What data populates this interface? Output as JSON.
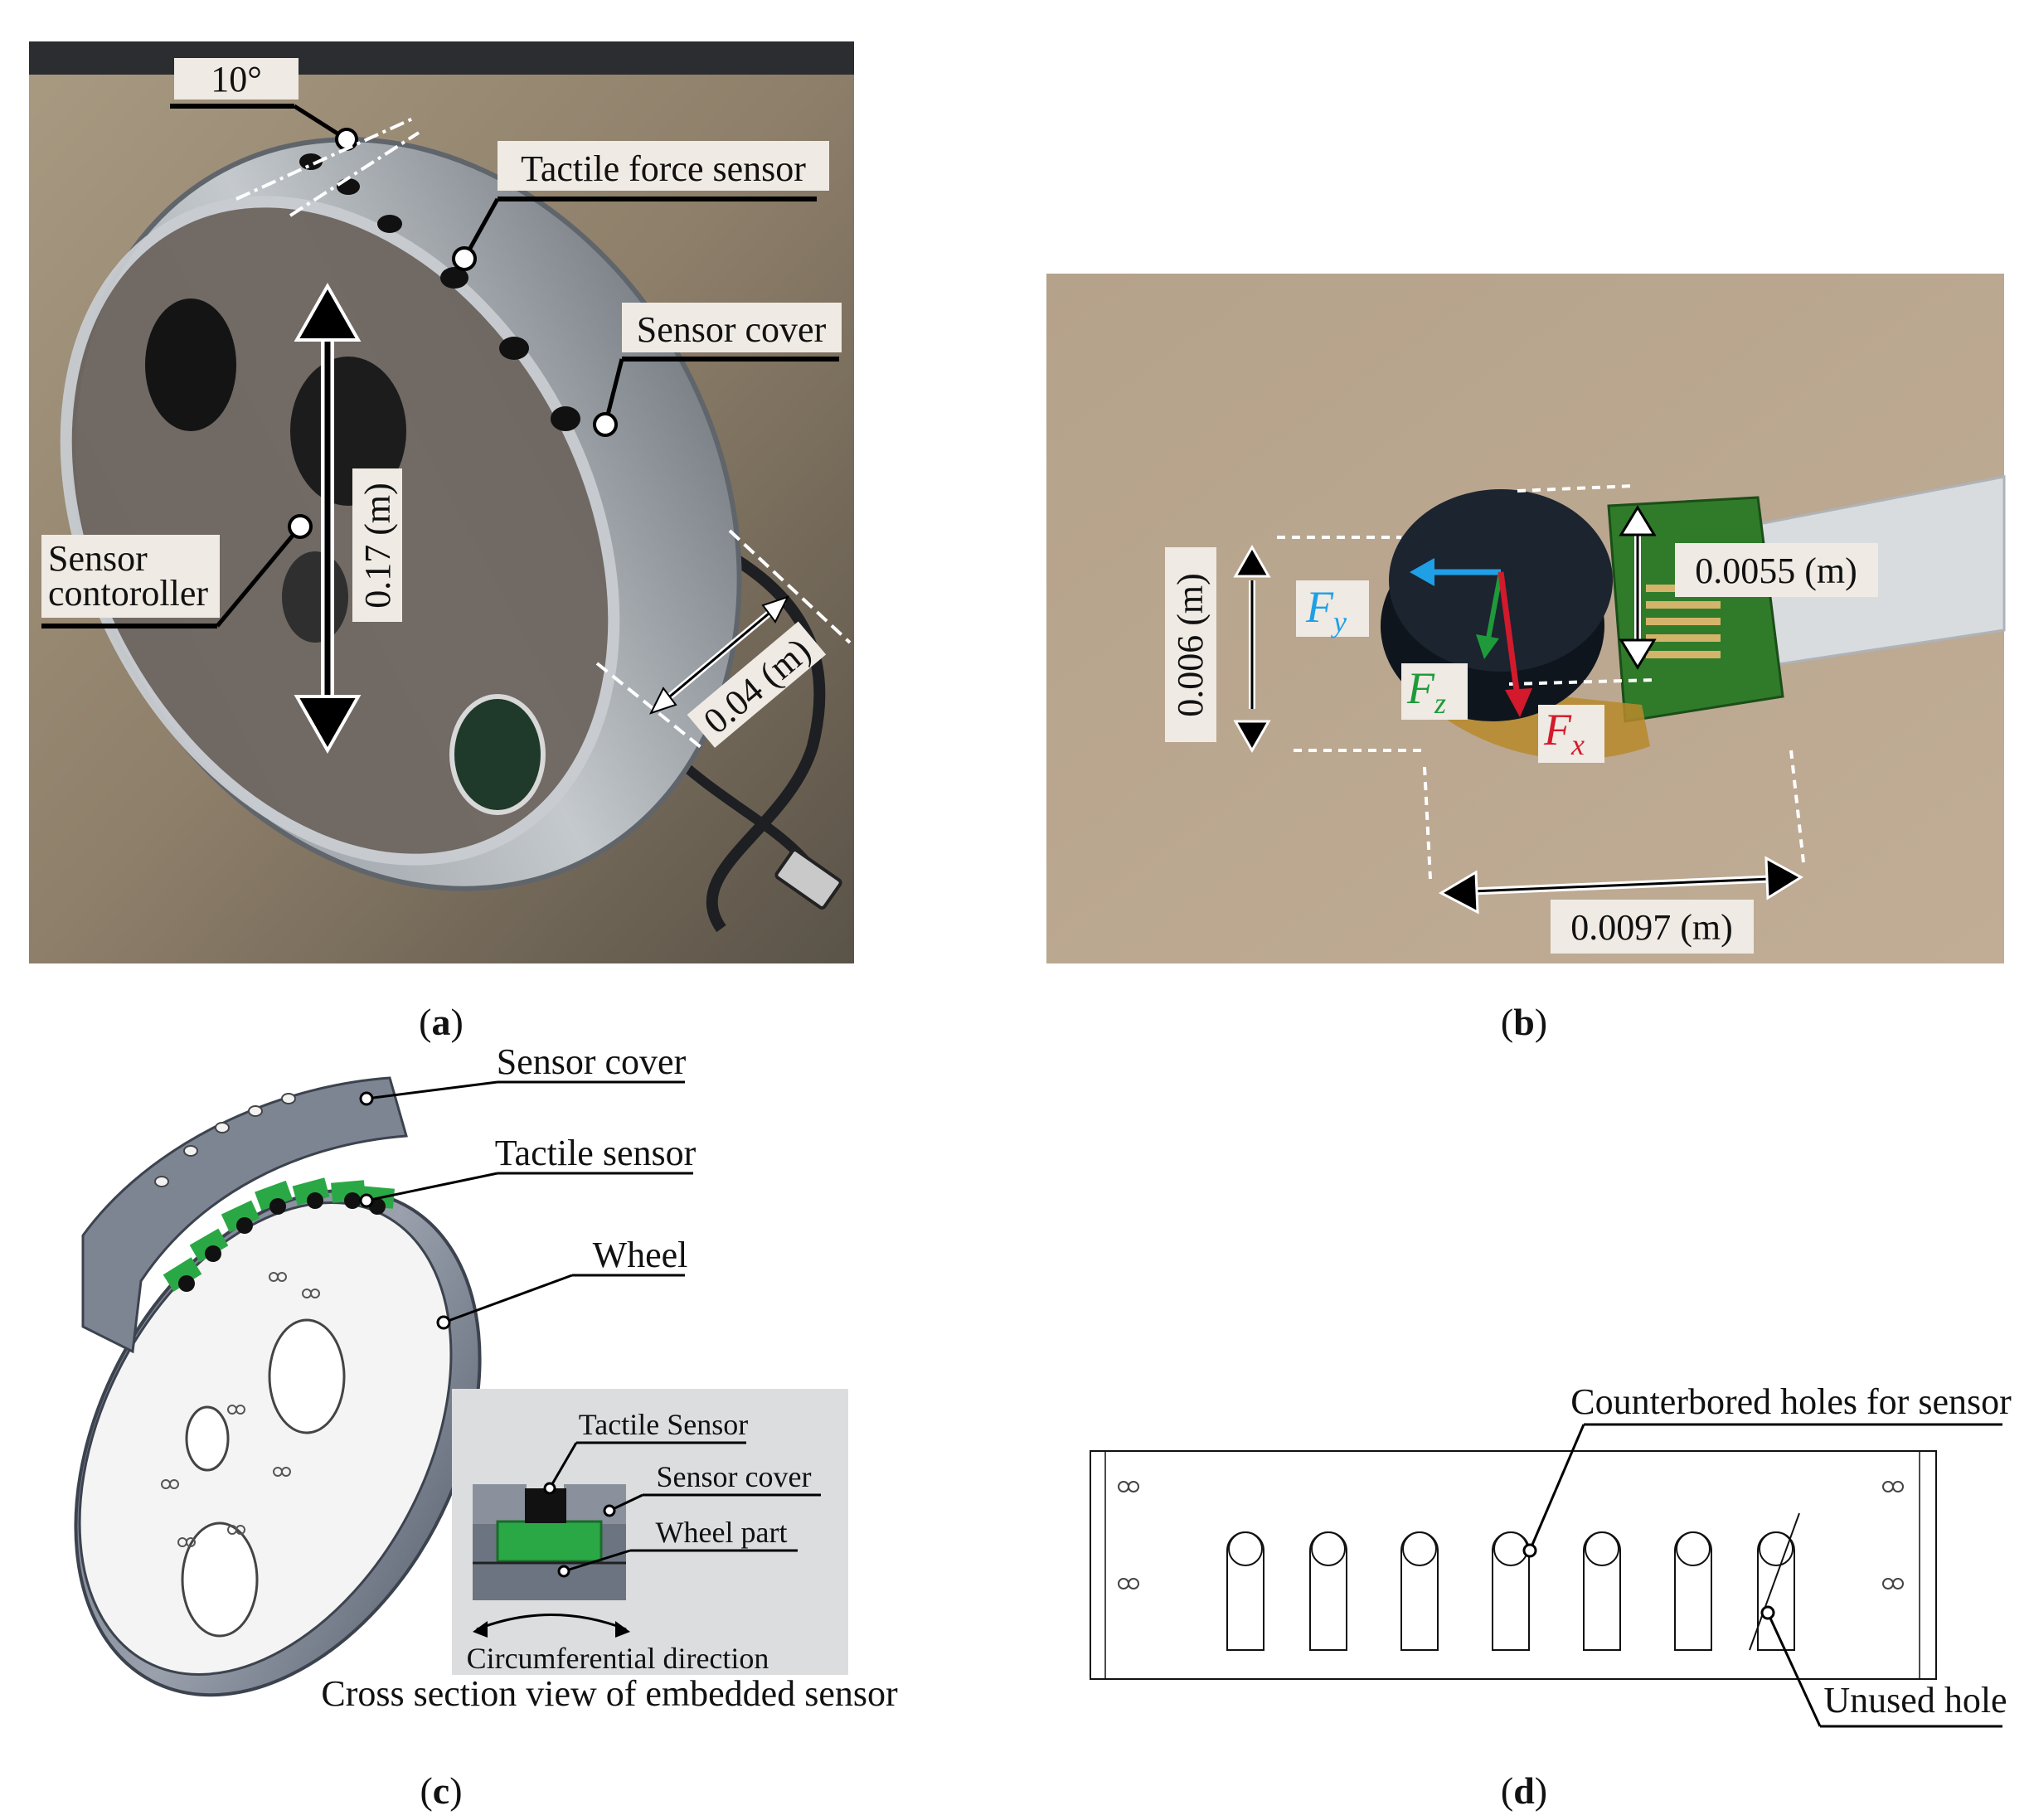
{
  "panel_a": {
    "caption": "a",
    "angle": "10°",
    "tactile_force_sensor": "Tactile force sensor",
    "sensor_cover": "Sensor cover",
    "sensor_controller_line1": "Sensor",
    "sensor_controller_line2": "contoroller",
    "height_dim": "0.17 (m)",
    "width_dim": "0.04 (m)"
  },
  "panel_b": {
    "caption": "b",
    "height_dim": "0.006 (m)",
    "sensor_height_dim": "0.0055 (m)",
    "length_dim": "0.0097 (m)",
    "fx": "F",
    "fx_sub": "x",
    "fy": "F",
    "fy_sub": "y",
    "fz": "F",
    "fz_sub": "z",
    "colors": {
      "fx": "#d21a2c",
      "fy": "#1fa0e6",
      "fz": "#1e9a3a"
    }
  },
  "panel_c": {
    "caption": "c",
    "sensor_cover": "Sensor cover",
    "tactile_sensor": "Tactile sensor",
    "wheel": "Wheel",
    "inset_tactile": "Tactile Sensor",
    "inset_cover": "Sensor cover",
    "inset_wheel_part": "Wheel part",
    "inset_direction": "Circumferential direction",
    "inset_title": "Cross section view of embedded sensor"
  },
  "panel_d": {
    "caption": "d",
    "counterbored": "Counterbored holes for sensor",
    "unused": "Unused hole"
  }
}
